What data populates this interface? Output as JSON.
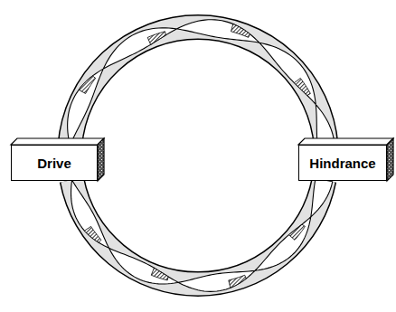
{
  "diagram": {
    "nodes": [
      {
        "text": [
          "Drive"
        ]
      },
      {
        "text": [
          "Hindrance"
        ]
      }
    ],
    "edges": [
      {
        "from": 0,
        "to": 1,
        "arrow": "none"
      },
      {
        "from": 0,
        "to": 1,
        "arrow": "none"
      }
    ]
  }
}
